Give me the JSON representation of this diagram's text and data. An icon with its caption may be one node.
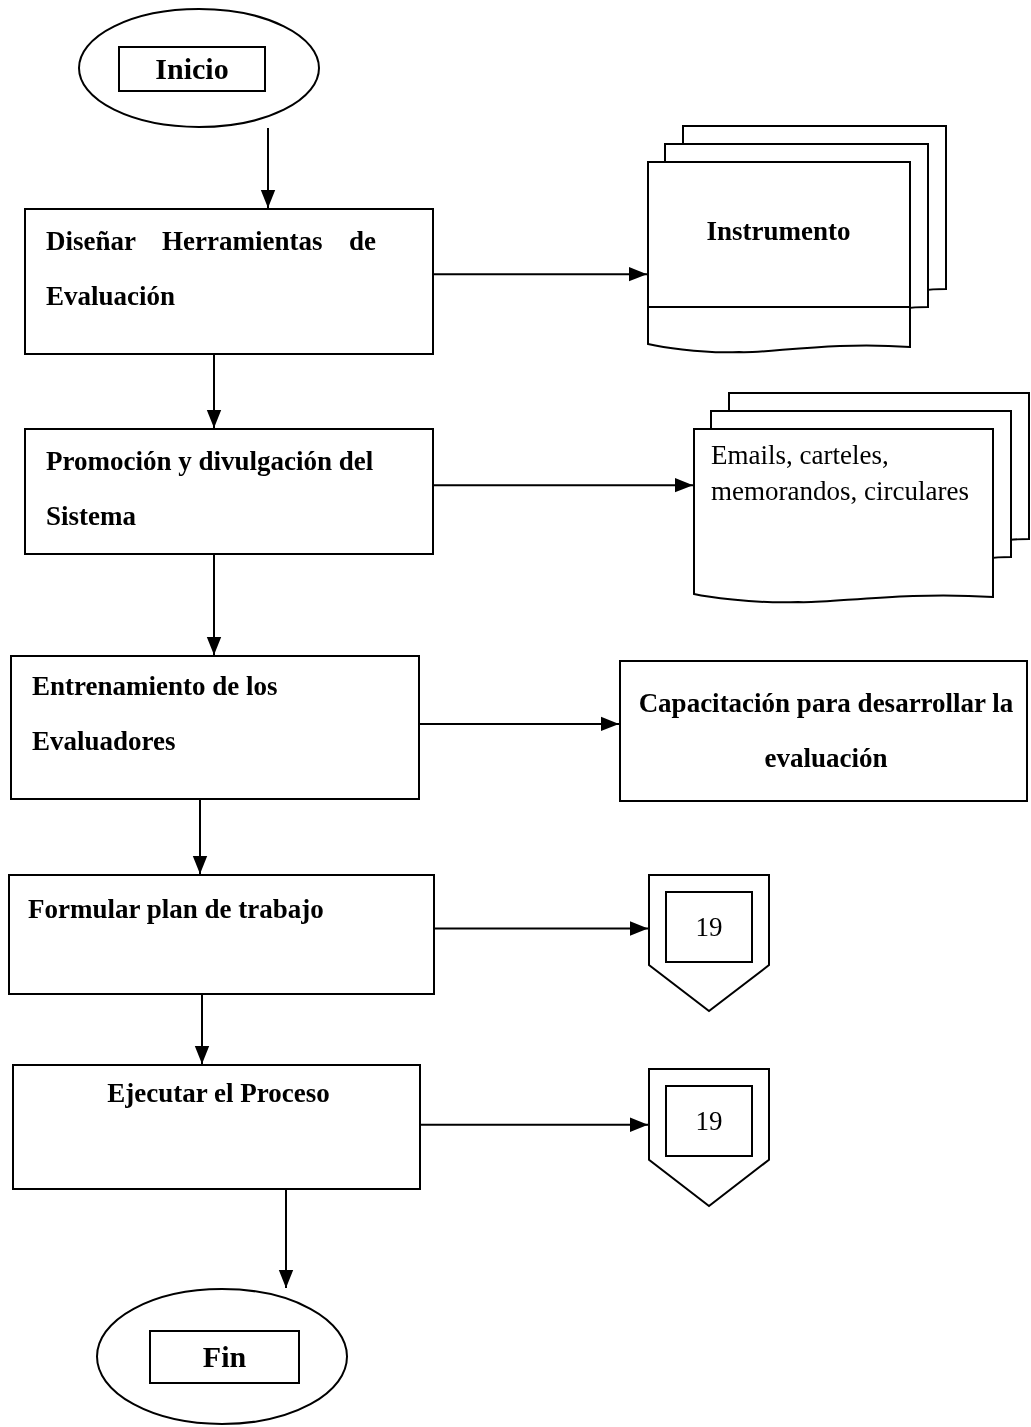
{
  "diagram": {
    "nodes": [
      {
        "text": [
          "Inicio"
        ]
      },
      {
        "text": [
          "Diseñar Herramientas de Evaluación"
        ]
      },
      {
        "text": [
          "Instrumento"
        ]
      },
      {
        "text": [
          "Promoción y divulgación del Sistema"
        ]
      },
      {
        "text": [
          "Emails, carteles, memorandos, circulares"
        ]
      },
      {
        "text": [
          "Entrenamiento de los Evaluadores"
        ]
      },
      {
        "text": [
          "Capacitación para desarrollar la evaluación"
        ]
      },
      {
        "text": [
          "Formular plan de trabajo"
        ]
      },
      {
        "text": [
          "19"
        ]
      },
      {
        "text": [
          "Ejecutar el Proceso"
        ]
      },
      {
        "text": [
          "19"
        ]
      },
      {
        "text": [
          "Fin"
        ]
      }
    ],
    "edges": [
      {
        "from": 0,
        "to": 1,
        "arrow": "to"
      },
      {
        "from": 1,
        "to": 2,
        "arrow": "to"
      },
      {
        "from": 1,
        "to": 3,
        "arrow": "to"
      },
      {
        "from": 3,
        "to": 4,
        "arrow": "to"
      },
      {
        "from": 3,
        "to": 5,
        "arrow": "to"
      },
      {
        "from": 5,
        "to": 6,
        "arrow": "to"
      },
      {
        "from": 5,
        "to": 7,
        "arrow": "to"
      },
      {
        "from": 7,
        "to": 8,
        "arrow": "to"
      },
      {
        "from": 7,
        "to": 9,
        "arrow": "to"
      },
      {
        "from": 9,
        "to": 10,
        "arrow": "to"
      },
      {
        "from": 9,
        "to": 11,
        "arrow": "to"
      }
    ]
  }
}
